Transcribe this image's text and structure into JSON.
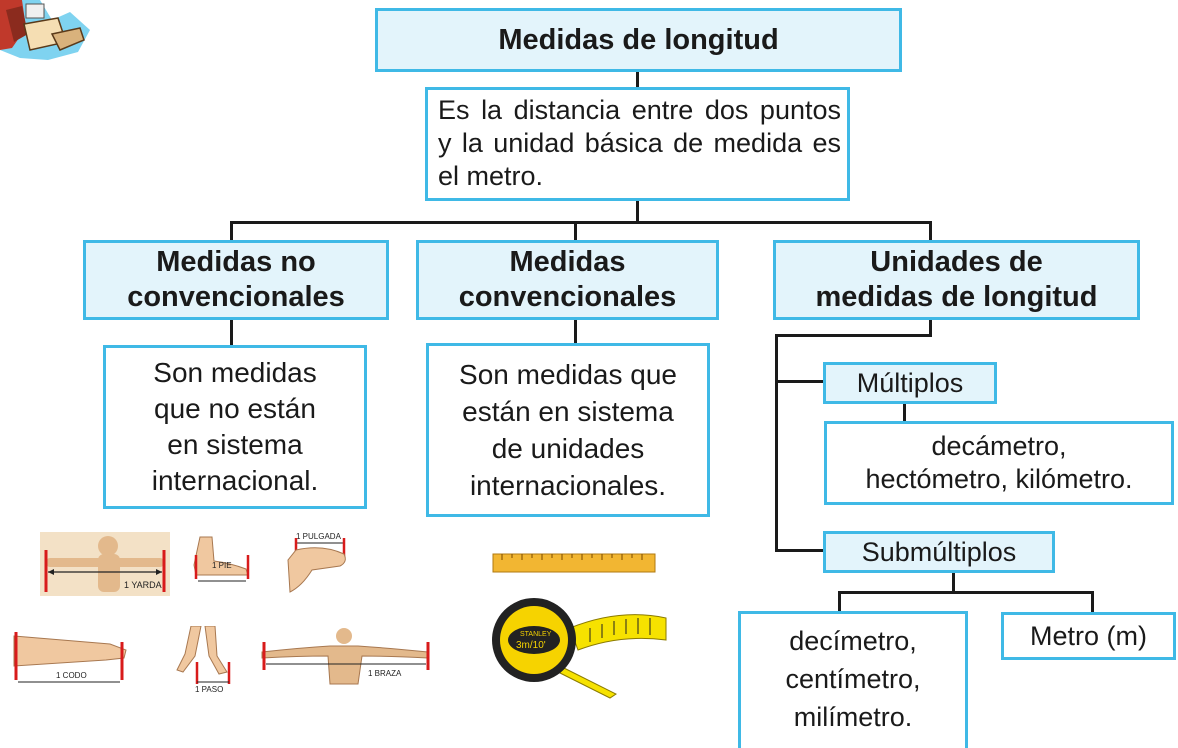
{
  "root": {
    "title": "Medidas de longitud"
  },
  "definition": {
    "text": "Es la distancia entre dos puntos y la unidad básica de medida es el metro."
  },
  "branches": {
    "no_convencionales": {
      "title_line1": "Medidas no",
      "title_line2": "convencionales",
      "desc": [
        "Son medidas",
        "que no están",
        "en sistema",
        "internacional."
      ]
    },
    "convencionales": {
      "title_line1": "Medidas",
      "title_line2": "convencionales",
      "desc": [
        "Son medidas que",
        "están en sistema",
        "de unidades",
        "internacionales."
      ]
    },
    "unidades": {
      "title_line1": "Unidades de",
      "title_line2": "medidas de longitud"
    }
  },
  "multiplos": {
    "label": "Múltiplos",
    "items_line1": "decámetro,",
    "items_line2": "hectómetro, kilómetro."
  },
  "submultiplos": {
    "label": "Submúltiplos",
    "items": [
      "decímetro,",
      "centímetro,",
      "milímetro."
    ],
    "metro": "Metro (m)"
  },
  "body_measures": {
    "yarda": "1 YARDA",
    "pie": "1 PIE",
    "pulgada": "1 PULGADA",
    "codo": "1 CODO",
    "paso": "1 PASO",
    "braza": "1 BRAZA"
  },
  "tape": {
    "brand": "STANLEY",
    "size": "3m/10'"
  },
  "colors": {
    "border": "#3fb9e6",
    "fill": "#e3f4fb",
    "line": "#1a1a1a"
  }
}
